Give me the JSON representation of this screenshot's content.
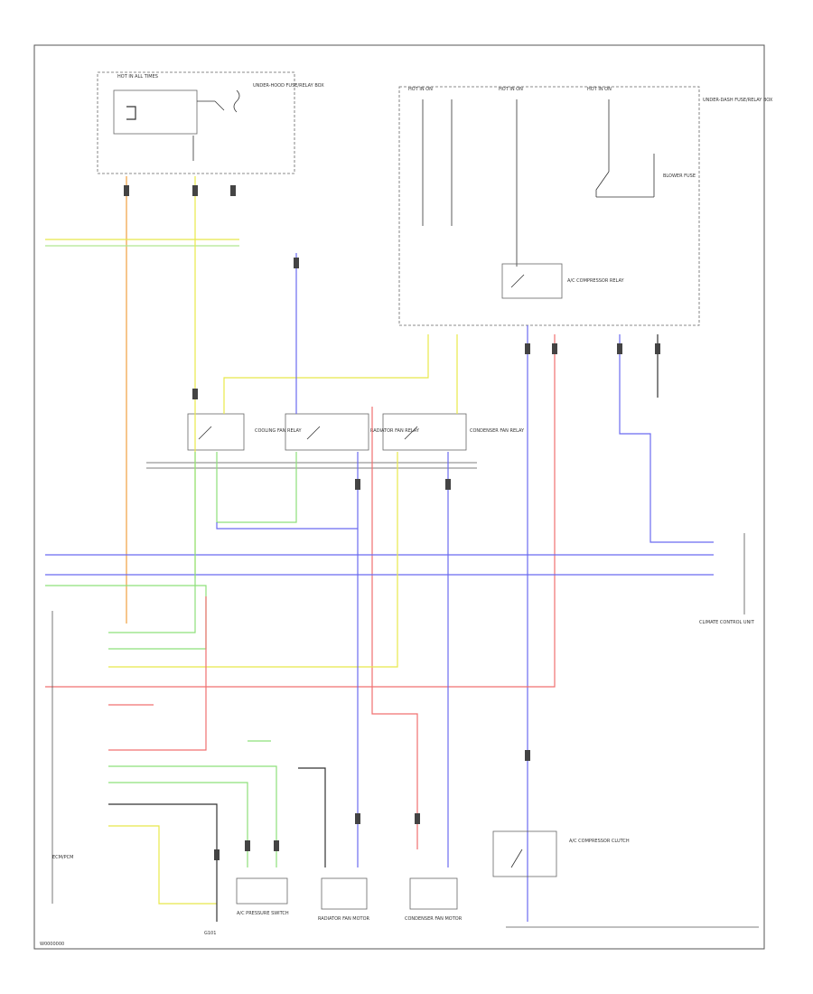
{
  "colors": {
    "frame": "#555555",
    "black": "#333333",
    "yellow": "#e8e84a",
    "green": "#8ee07a",
    "orange": "#f0a040",
    "red": "#f07070",
    "blue": "#6b6bf0",
    "gray": "#888888",
    "lightgreen": "#b0e890"
  },
  "labels": {
    "hot_in_all_times": "HOT IN ALL TIMES",
    "under_hood_fuse": "UNDER-HOOD FUSE/RELAY BOX",
    "hot_in_on_a": "HOT IN ON",
    "hot_in_on_b": "HOT IN ON",
    "hot_in_on_c": "HOT IN ON",
    "under_dash_fuse": "UNDER-DASH FUSE/RELAY BOX",
    "ac_compressor_relay": "A/C COMPRESSOR RELAY",
    "cooling_fan_relay": "COOLING FAN RELAY",
    "radiator_fan_relay": "RADIATOR FAN RELAY",
    "condenser_fan_relay": "CONDENSER FAN RELAY",
    "ac_compressor_clutch": "A/C COMPRESSOR CLUTCH",
    "radiator_fan_motor": "RADIATOR FAN MOTOR",
    "condenser_fan_motor": "CONDENSER FAN MOTOR",
    "ac_pressure_switch": "A/C PRESSURE SWITCH",
    "ecm_pcm": "ECM/PCM",
    "blower_fuse": "BLOWER FUSE",
    "ground": "G101",
    "page_ref": "W0000000",
    "climate_control_unit": "CLIMATE CONTROL UNIT"
  }
}
